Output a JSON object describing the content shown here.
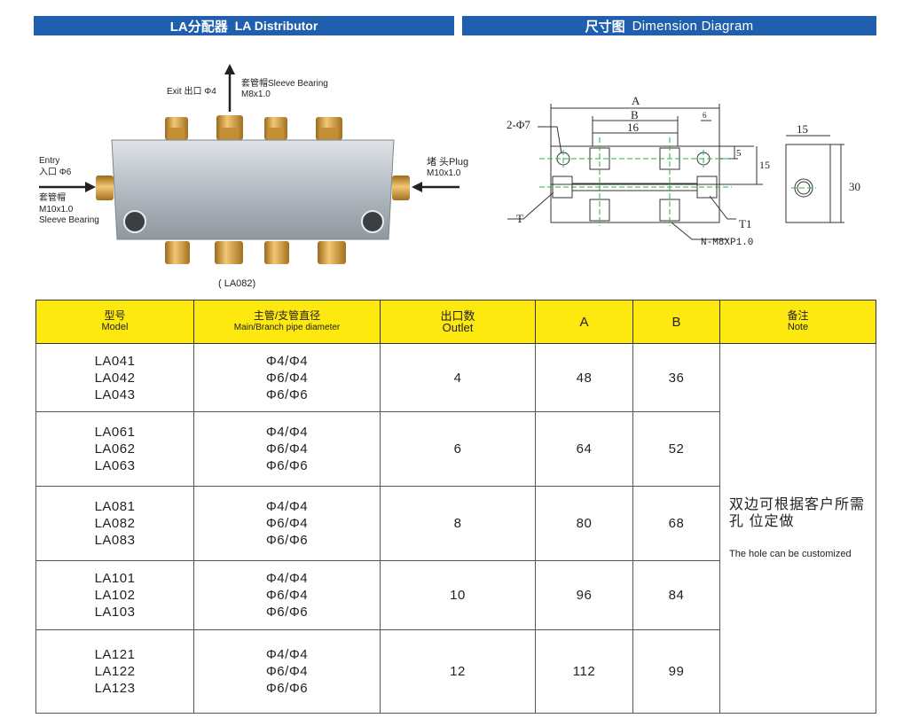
{
  "left_header": {
    "cn": "LA分配器",
    "en": "LA Distributor"
  },
  "right_header": {
    "cn": "尺寸图",
    "en": "Dimension Diagram"
  },
  "photo": {
    "exit_label": "Exit 出口 Φ4",
    "sleeve_top_cn": "套管帽Sleeve Bearing",
    "sleeve_top_size": "M8x1.0",
    "entry_label_en": "Entry",
    "entry_label_cn": "入口 Φ6",
    "sleeve_left_cn": "套管帽",
    "sleeve_left_size": "M10x1.0",
    "sleeve_left_en": "Sleeve Bearing",
    "plug_label": "堵  头Plug",
    "plug_size": "M10x1.0",
    "caption": "( LA082)"
  },
  "diagram": {
    "dim_A": "A",
    "dim_B": "B",
    "dim_16": "16",
    "dim_6top": "6",
    "hole_label": "2-Φ7",
    "dim_5": "5",
    "dim_15v": "15",
    "label_T": "T",
    "label_T1": "T1",
    "thread_label": "N-M8XP1.0",
    "side_width": "15",
    "side_height": "30"
  },
  "table": {
    "headers": {
      "model_cn": "型号",
      "model_en": "Model",
      "pipe_cn": "主管/支管直径",
      "pipe_en": "Main/Branch pipe diameter",
      "outlet_cn": "出口数",
      "outlet_en": "Outlet",
      "a": "A",
      "b": "B",
      "note_cn": "备注",
      "note_en": "Note"
    },
    "rows": [
      {
        "models": [
          "LA041",
          "LA042",
          "LA043"
        ],
        "pipes": [
          "Φ4/Φ4",
          "Φ6/Φ4",
          "Φ6/Φ6"
        ],
        "outlet": "4",
        "a": "48",
        "b": "36"
      },
      {
        "models": [
          "LA061",
          "LA062",
          "LA063"
        ],
        "pipes": [
          "Φ4/Φ4",
          "Φ6/Φ4",
          "Φ6/Φ6"
        ],
        "outlet": "6",
        "a": "64",
        "b": "52"
      },
      {
        "models": [
          "LA081",
          "LA082",
          "LA083"
        ],
        "pipes": [
          "Φ4/Φ4",
          "Φ6/Φ4",
          "Φ6/Φ6"
        ],
        "outlet": "8",
        "a": "80",
        "b": "68"
      },
      {
        "models": [
          "LA101",
          "LA102",
          "LA103"
        ],
        "pipes": [
          "Φ4/Φ4",
          "Φ6/Φ4",
          "Φ6/Φ6"
        ],
        "outlet": "10",
        "a": "96",
        "b": "84"
      },
      {
        "models": [
          "LA121",
          "LA122",
          "LA123"
        ],
        "pipes": [
          "Φ4/Φ4",
          "Φ6/Φ4",
          "Φ6/Φ6"
        ],
        "outlet": "12",
        "a": "112",
        "b": "99"
      }
    ],
    "note_cn": "双边可根据客户所需孔 位定做",
    "note_en": "The hole can be customized"
  },
  "colors": {
    "header_blue": "#1f5fae",
    "table_yellow": "#fde810",
    "brass": "#d9a441",
    "steel": "#b9c0c7"
  }
}
